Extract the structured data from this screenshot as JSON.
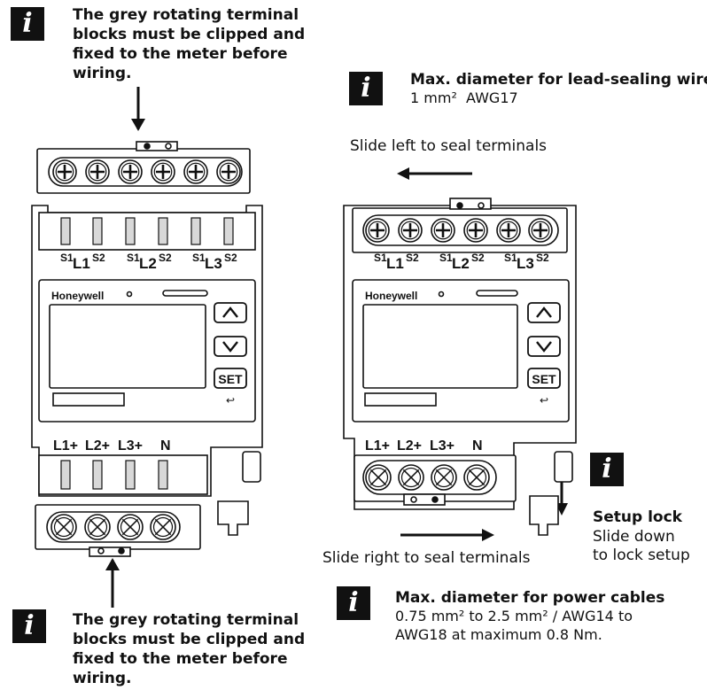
{
  "info_icon_glyph": "i",
  "notes": {
    "top_left": [
      "The grey rotating terminal",
      "blocks must be clipped and",
      "fixed to the meter before",
      "wiring."
    ],
    "bottom_left": [
      "The grey rotating terminal",
      "blocks must be clipped and",
      "fixed to the meter before",
      "wiring."
    ],
    "lead_seal": {
      "title": "Max. diameter for lead-sealing wire",
      "value": "1 mm²  AWG17"
    },
    "power_cables": {
      "title": "Max. diameter for power cables",
      "line1": "0.75 mm² to 2.5 mm² / AWG14 to",
      "line2": "AWG18 at maximum 0.8 Nm."
    },
    "setup_lock": {
      "title": "Setup lock",
      "line1": "Slide down",
      "line2": "to lock setup"
    }
  },
  "arrows": {
    "slide_left": "Slide left to seal terminals",
    "slide_right": "Slide right to seal terminals"
  },
  "meter": {
    "brand": "Honeywell",
    "btn_up": "▲",
    "btn_down": "▼",
    "btn_set": "SET",
    "back_glyph": "↩",
    "ct_inputs": [
      {
        "s1": "1",
        "line": "L1",
        "sub": "1",
        "s2": "2"
      },
      {
        "s1": "1",
        "line": "L2",
        "sub": "2",
        "s2": "2"
      },
      {
        "s1": "1",
        "line": "L3",
        "sub": "3",
        "s2": "2"
      }
    ],
    "ct_S": "S",
    "ct_L": "L",
    "voltage_labels": [
      "L1+",
      "L2+",
      "L3+",
      "N"
    ]
  },
  "colors": {
    "ink": "#111111",
    "panel": "#ffffff",
    "slot": "#d8d8d8"
  }
}
